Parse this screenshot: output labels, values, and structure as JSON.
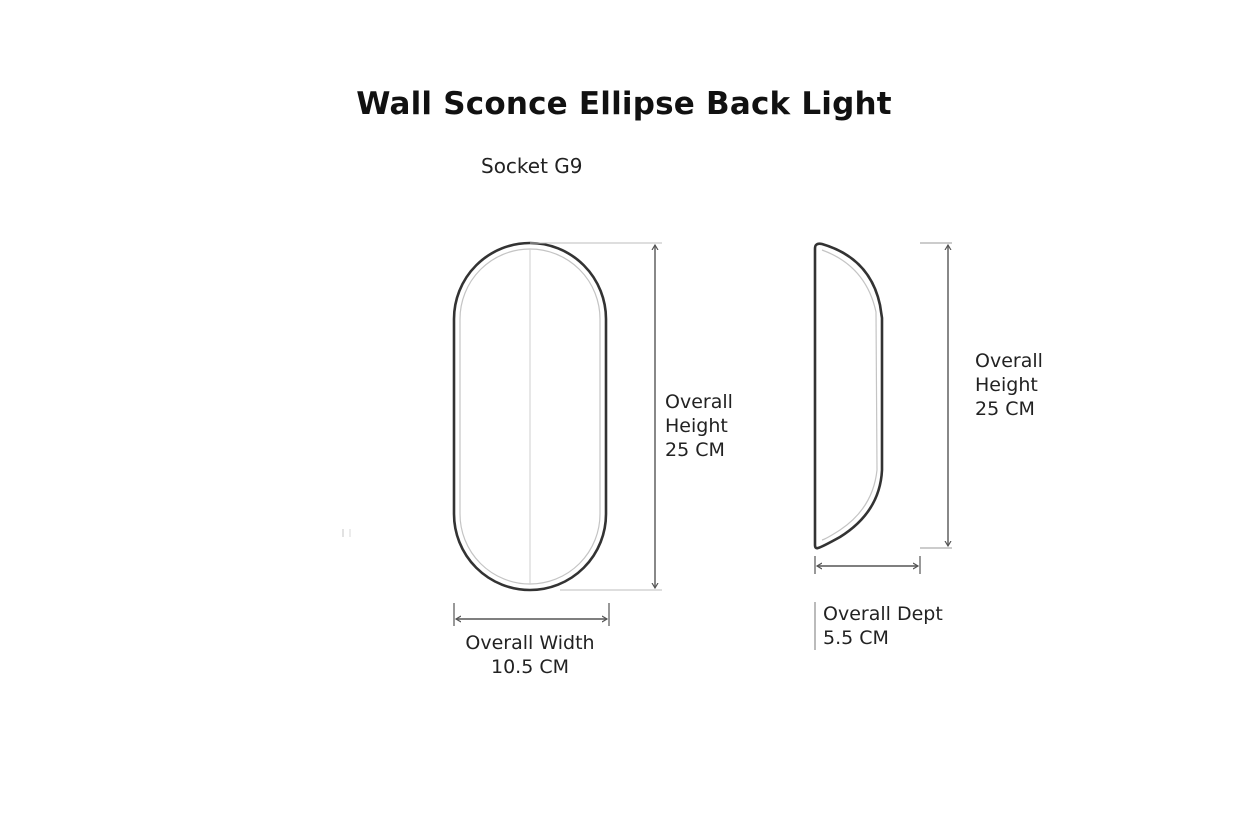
{
  "title": "Wall Sconce Ellipse Back Light",
  "socket": "Socket G9",
  "front_view": {
    "height_label": [
      "Overall",
      "Height",
      "25 CM"
    ],
    "width_label": [
      "Overall Width",
      "10.5 CM"
    ]
  },
  "side_view": {
    "height_label": [
      "Overall",
      "Height",
      "25 CM"
    ],
    "depth_label": [
      "Overall Dept",
      "5.5 CM"
    ]
  },
  "colors": {
    "outline": "#333333",
    "inner_outline": "#bfbfbf",
    "dimension_line": "#555555"
  }
}
